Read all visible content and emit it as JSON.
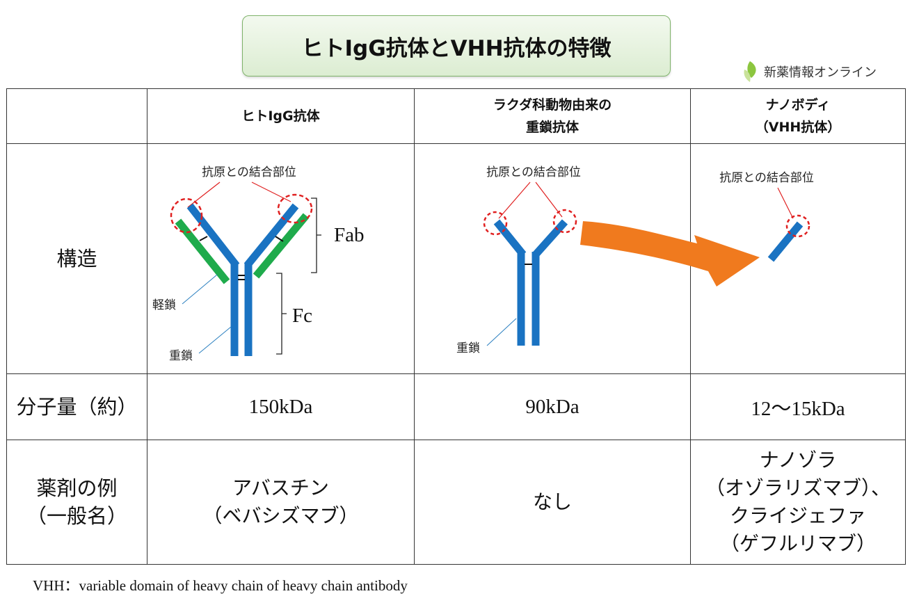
{
  "title": "ヒトIgG抗体とVHH抗体の特徴",
  "brand": {
    "name": "新薬情報オンライン",
    "icon": "leaf-logo-icon",
    "color": "#8cc63f"
  },
  "columns": [
    {
      "line1": "ヒトIgG抗体",
      "line2": ""
    },
    {
      "line1": "ラクダ科動物由来の",
      "line2": "重鎖抗体"
    },
    {
      "line1": "ナノボディ",
      "line2": "（VHH抗体）"
    }
  ],
  "rows": {
    "structure": {
      "label": "構造"
    },
    "mw": {
      "label": "分子量（約）",
      "values": [
        "150kDa",
        "90kDa",
        "12〜15kDa"
      ]
    },
    "drug": {
      "label_line1": "薬剤の例",
      "label_line2": "（一般名）",
      "igg": [
        "アバスチン",
        "（ベバシズマブ）"
      ],
      "camel": "なし",
      "nano": [
        "ナノゾラ",
        "（オゾラリズマブ）、",
        "クライジェファ",
        "（ゲフルリマブ）"
      ]
    }
  },
  "diagram": {
    "binding_site": "抗原との結合部位",
    "light_chain": "軽鎖",
    "heavy_chain": "重鎖",
    "fab": "Fab",
    "fc": "Fc",
    "colors": {
      "heavy": "#1a73c2",
      "light": "#1fab4c",
      "site": "#e02020",
      "arrow": "#f07a1e"
    }
  },
  "footnote": "VHH：variable domain of heavy chain of heavy chain antibody"
}
